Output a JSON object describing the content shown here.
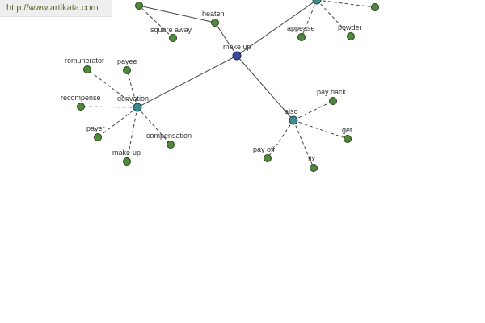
{
  "watermark": "http://www.artikata.com",
  "colors": {
    "leaf": "#4f8a3c",
    "hub": "#3f8b8b",
    "root": "#3a4a9a",
    "edge": "#444444"
  },
  "nodes": [
    {
      "id": "make_up",
      "label": "make up",
      "kind": "root"
    },
    {
      "id": "derivation",
      "label": "derivation",
      "kind": "hub"
    },
    {
      "id": "also",
      "label": "also",
      "kind": "hub"
    },
    {
      "id": "top_hub",
      "label": "",
      "kind": "hub"
    },
    {
      "id": "heaten",
      "label": "heaten",
      "kind": "leaf"
    },
    {
      "id": "square_away",
      "label": "square away",
      "kind": "leaf"
    },
    {
      "id": "top_left_leaf",
      "label": "",
      "kind": "leaf"
    },
    {
      "id": "appease",
      "label": "appease",
      "kind": "leaf"
    },
    {
      "id": "powder",
      "label": "powder",
      "kind": "leaf"
    },
    {
      "id": "top_right_leaf",
      "label": "",
      "kind": "leaf"
    },
    {
      "id": "remunerator",
      "label": "remunerator",
      "kind": "leaf"
    },
    {
      "id": "payee",
      "label": "payee",
      "kind": "leaf"
    },
    {
      "id": "recompense",
      "label": "recompense",
      "kind": "leaf"
    },
    {
      "id": "payer",
      "label": "payer",
      "kind": "leaf"
    },
    {
      "id": "make_up_leaf",
      "label": "make-up",
      "kind": "leaf"
    },
    {
      "id": "compensation",
      "label": "compensation",
      "kind": "leaf"
    },
    {
      "id": "pay_back",
      "label": "pay back",
      "kind": "leaf"
    },
    {
      "id": "get",
      "label": "get",
      "kind": "leaf"
    },
    {
      "id": "pay_off",
      "label": "pay off",
      "kind": "leaf"
    },
    {
      "id": "fix",
      "label": "fix",
      "kind": "leaf"
    }
  ],
  "edges": [
    {
      "from": "make_up",
      "to": "derivation",
      "style": "solid"
    },
    {
      "from": "make_up",
      "to": "also",
      "style": "solid"
    },
    {
      "from": "make_up",
      "to": "top_hub",
      "style": "solid"
    },
    {
      "from": "make_up",
      "to": "heaten",
      "style": "solid"
    },
    {
      "from": "heaten",
      "to": "top_left_leaf",
      "style": "solid"
    },
    {
      "from": "square_away",
      "to": "top_left_leaf",
      "style": "dashed"
    },
    {
      "from": "top_hub",
      "to": "appease",
      "style": "dashed"
    },
    {
      "from": "top_hub",
      "to": "powder",
      "style": "dashed"
    },
    {
      "from": "top_hub",
      "to": "top_right_leaf",
      "style": "dashed"
    },
    {
      "from": "derivation",
      "to": "remunerator",
      "style": "dashed"
    },
    {
      "from": "derivation",
      "to": "payee",
      "style": "dashed"
    },
    {
      "from": "derivation",
      "to": "recompense",
      "style": "dashed"
    },
    {
      "from": "derivation",
      "to": "payer",
      "style": "dashed"
    },
    {
      "from": "derivation",
      "to": "make_up_leaf",
      "style": "dashed"
    },
    {
      "from": "derivation",
      "to": "compensation",
      "style": "dashed"
    },
    {
      "from": "also",
      "to": "pay_back",
      "style": "dashed"
    },
    {
      "from": "also",
      "to": "get",
      "style": "dashed"
    },
    {
      "from": "also",
      "to": "pay_off",
      "style": "dashed"
    },
    {
      "from": "also",
      "to": "fix",
      "style": "dashed"
    }
  ]
}
